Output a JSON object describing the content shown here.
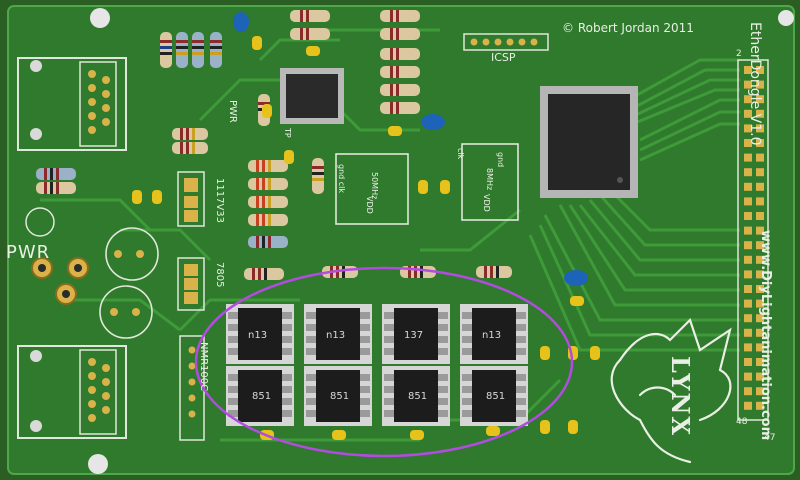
{
  "board": {
    "copyright": "© Robert Jordan 2011",
    "icsp": "ICSP",
    "board_name": "EtherDongle V1.0",
    "website": "www.DiyLightanimation.com",
    "pwr": "PWR",
    "pwr_label": "PWR",
    "tp_label": "TP",
    "reg1": "1117V33",
    "reg2": "7805",
    "dcdc": "NMR100C",
    "osc1_freq": "50MHz",
    "osc1_vdd": "VDD",
    "osc1_gnd_clk": "gnd clk",
    "osc2_freq": "8MHz",
    "osc2_vdd": "VDD",
    "osc2_clk": "clk",
    "osc2_gnd": "gnd",
    "logo_text": "LYNX",
    "pin_2": "2",
    "pin_48": "48",
    "pin_47": "47"
  },
  "chips": {
    "top_labels": [
      "n13",
      "n13",
      "137",
      "n13"
    ],
    "bottom_labels": [
      "851",
      "851",
      "851",
      "851"
    ]
  },
  "colors": {
    "pcb": "#2f7a2c",
    "trace": "#3e9a38",
    "silkscreen": "#e9efe4",
    "gold_pad": "#d9b24a",
    "chip": "#1c1c1c",
    "highlight_ellipse": "#b24ce0",
    "capacitor_yellow": "#e7c21a",
    "capacitor_blue": "#1d63b8"
  }
}
